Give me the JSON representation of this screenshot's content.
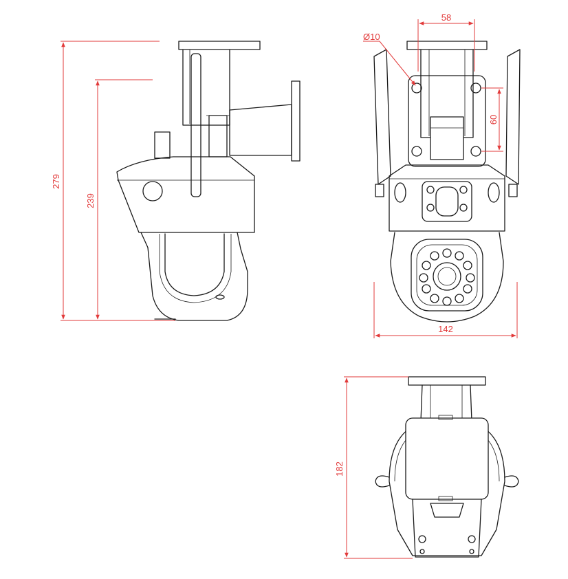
{
  "dimensions": {
    "side_total_height": "279",
    "side_body_height": "239",
    "front_bracket_width": "58",
    "front_hole_diameter": "Ø10",
    "front_hole_spacing": "60",
    "front_width": "142",
    "back_height": "182"
  },
  "colors": {
    "outline": "#1a1a1a",
    "dimension": "#e23a3a",
    "background": "#ffffff"
  }
}
